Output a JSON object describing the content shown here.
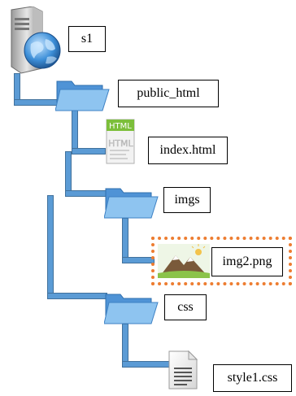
{
  "tree": {
    "root": {
      "label": "s1",
      "icon": "server-globe-icon"
    },
    "nodes": [
      {
        "label": "public_html",
        "icon": "folder-icon"
      },
      {
        "label": "index.html",
        "icon": "html-file-icon",
        "icon_text": "HTML"
      },
      {
        "label": "imgs",
        "icon": "folder-icon"
      },
      {
        "label": "img2.png",
        "icon": "image-file-icon",
        "highlighted": true
      },
      {
        "label": "css",
        "icon": "folder-icon"
      },
      {
        "label": "style1.css",
        "icon": "text-file-icon"
      }
    ]
  },
  "colors": {
    "connector": "#5b9bd5",
    "folder": "#7fb7e8",
    "highlight": "#ed7d31"
  }
}
